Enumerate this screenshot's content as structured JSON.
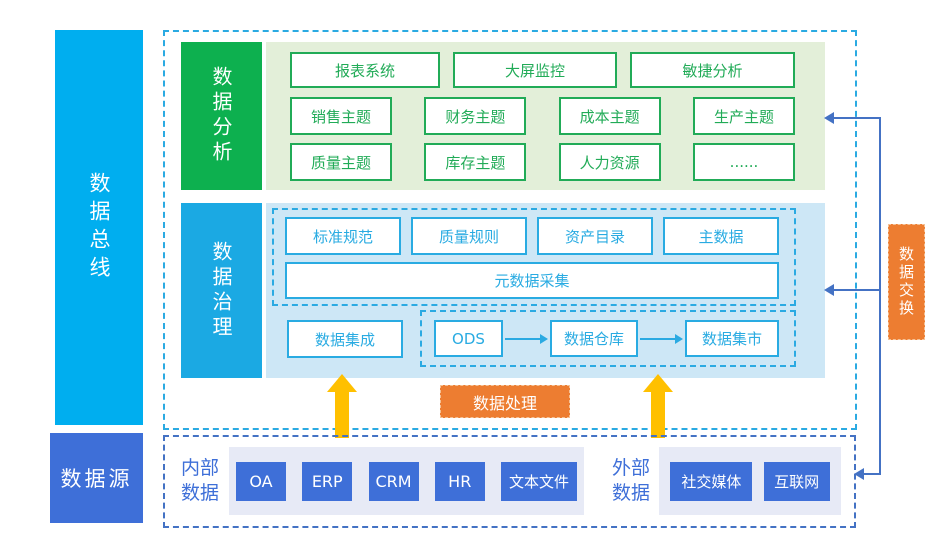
{
  "diagram": {
    "bus": {
      "label": "数据总线"
    },
    "analysis": {
      "label": "数据分析",
      "row1": [
        "报表系统",
        "大屏监控",
        "敏捷分析"
      ],
      "row2": [
        "销售主题",
        "财务主题",
        "成本主题",
        "生产主题"
      ],
      "row3": [
        "质量主题",
        "库存主题",
        "人力资源",
        "......"
      ]
    },
    "governance": {
      "label": "数据治理",
      "standards": [
        "标准规范",
        "质量规则",
        "资产目录",
        "主数据"
      ],
      "metadata_bar": "元数据采集",
      "integration": "数据集成",
      "flow": [
        "ODS",
        "数据仓库",
        "数据集市"
      ]
    },
    "process": {
      "label": "数据处理"
    },
    "exchange": {
      "label": "数据交换"
    },
    "source": {
      "label": "数据源",
      "internal": {
        "label": "内部数据",
        "items": [
          "OA",
          "ERP",
          "CRM",
          "HR",
          "文本文件"
        ]
      },
      "external": {
        "label": "外部数据",
        "items": [
          "社交媒体",
          "互联网"
        ]
      }
    },
    "colors": {
      "bus_cyan": "#00AEEF",
      "governance_cyan": "#1BA9E3",
      "analysis_green": "#0DB04F",
      "panel_green": "#E3EFD9",
      "panel_blue": "#CDE7F6",
      "box_green": "#21AB57",
      "box_cyan": "#29ABE2",
      "royal_blue": "#3E6FD8",
      "connector_blue": "#4472C4",
      "orange": "#ED7D31",
      "yellow": "#FFC000",
      "strip_lavender": "#E7EAF6"
    }
  }
}
